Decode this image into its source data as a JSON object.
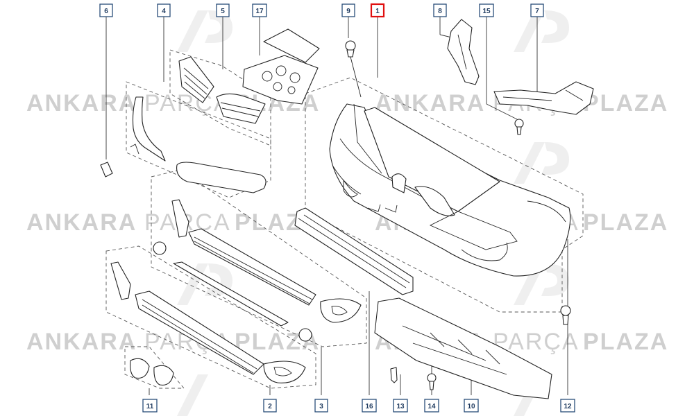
{
  "watermark": {
    "brand_primary": "ANKARA",
    "brand_secondary": "PARÇA",
    "brand_tertiary": "PLAZA",
    "logo_letters": "AP",
    "color": "#cfcfcf"
  },
  "callouts": [
    {
      "id": "c1",
      "label": "1",
      "highlight": true
    },
    {
      "id": "c2",
      "label": "2",
      "highlight": false
    },
    {
      "id": "c3",
      "label": "3",
      "highlight": false
    },
    {
      "id": "c4",
      "label": "4",
      "highlight": false
    },
    {
      "id": "c5",
      "label": "5",
      "highlight": false
    },
    {
      "id": "c6",
      "label": "6",
      "highlight": false
    },
    {
      "id": "c7",
      "label": "7",
      "highlight": false
    },
    {
      "id": "c8",
      "label": "8",
      "highlight": false
    },
    {
      "id": "c9",
      "label": "9",
      "highlight": false
    },
    {
      "id": "c10",
      "label": "10",
      "highlight": false
    },
    {
      "id": "c11",
      "label": "11",
      "highlight": false
    },
    {
      "id": "c12",
      "label": "12",
      "highlight": false
    },
    {
      "id": "c13",
      "label": "13",
      "highlight": false
    },
    {
      "id": "c14",
      "label": "14",
      "highlight": false
    },
    {
      "id": "c15",
      "label": "15",
      "highlight": false
    },
    {
      "id": "c16",
      "label": "16",
      "highlight": false
    },
    {
      "id": "c17",
      "label": "17",
      "highlight": false
    }
  ],
  "colors": {
    "callout_border": "#2a4d7a",
    "callout_highlight": "#e01010",
    "line": "#222222"
  }
}
